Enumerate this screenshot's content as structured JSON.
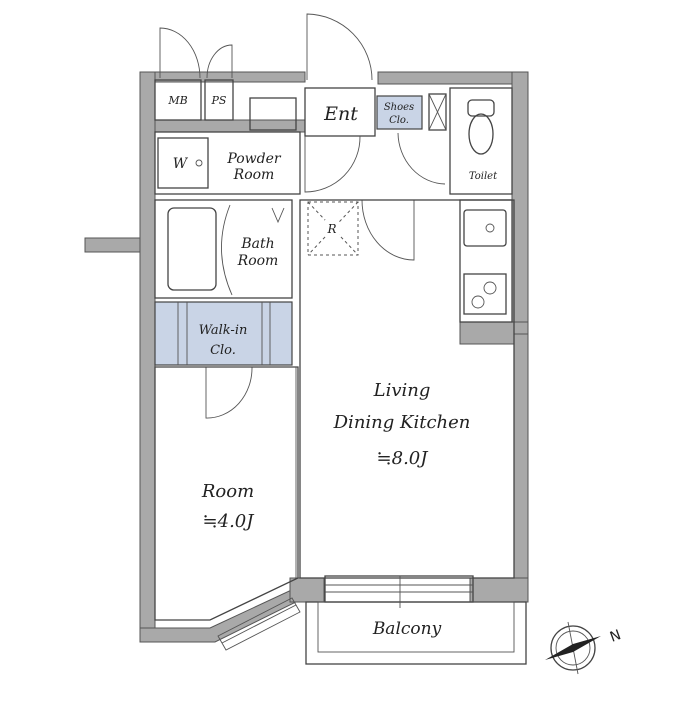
{
  "rooms": {
    "mb": "MB",
    "ps": "PS",
    "ent": "Ent",
    "shoes_line1": "Shoes",
    "shoes_line2": "Clo.",
    "toilet": "Toilet",
    "washer": "W",
    "powder_line1": "Powder",
    "powder_line2": "Room",
    "bath_line1": "Bath",
    "bath_line2": "Room",
    "refrigerator": "R",
    "walkin_line1": "Walk-in",
    "walkin_line2": "Clo.",
    "ldk_line1": "Living",
    "ldk_line2": "Dining Kitchen",
    "ldk_size": "≒8.0J",
    "room_line1": "Room",
    "room_size": "≒4.0J",
    "balcony": "Balcony"
  },
  "compass": {
    "north_label": "N"
  },
  "colors": {
    "wall": "#a9a9a9",
    "closet": "#c9d4e6"
  }
}
